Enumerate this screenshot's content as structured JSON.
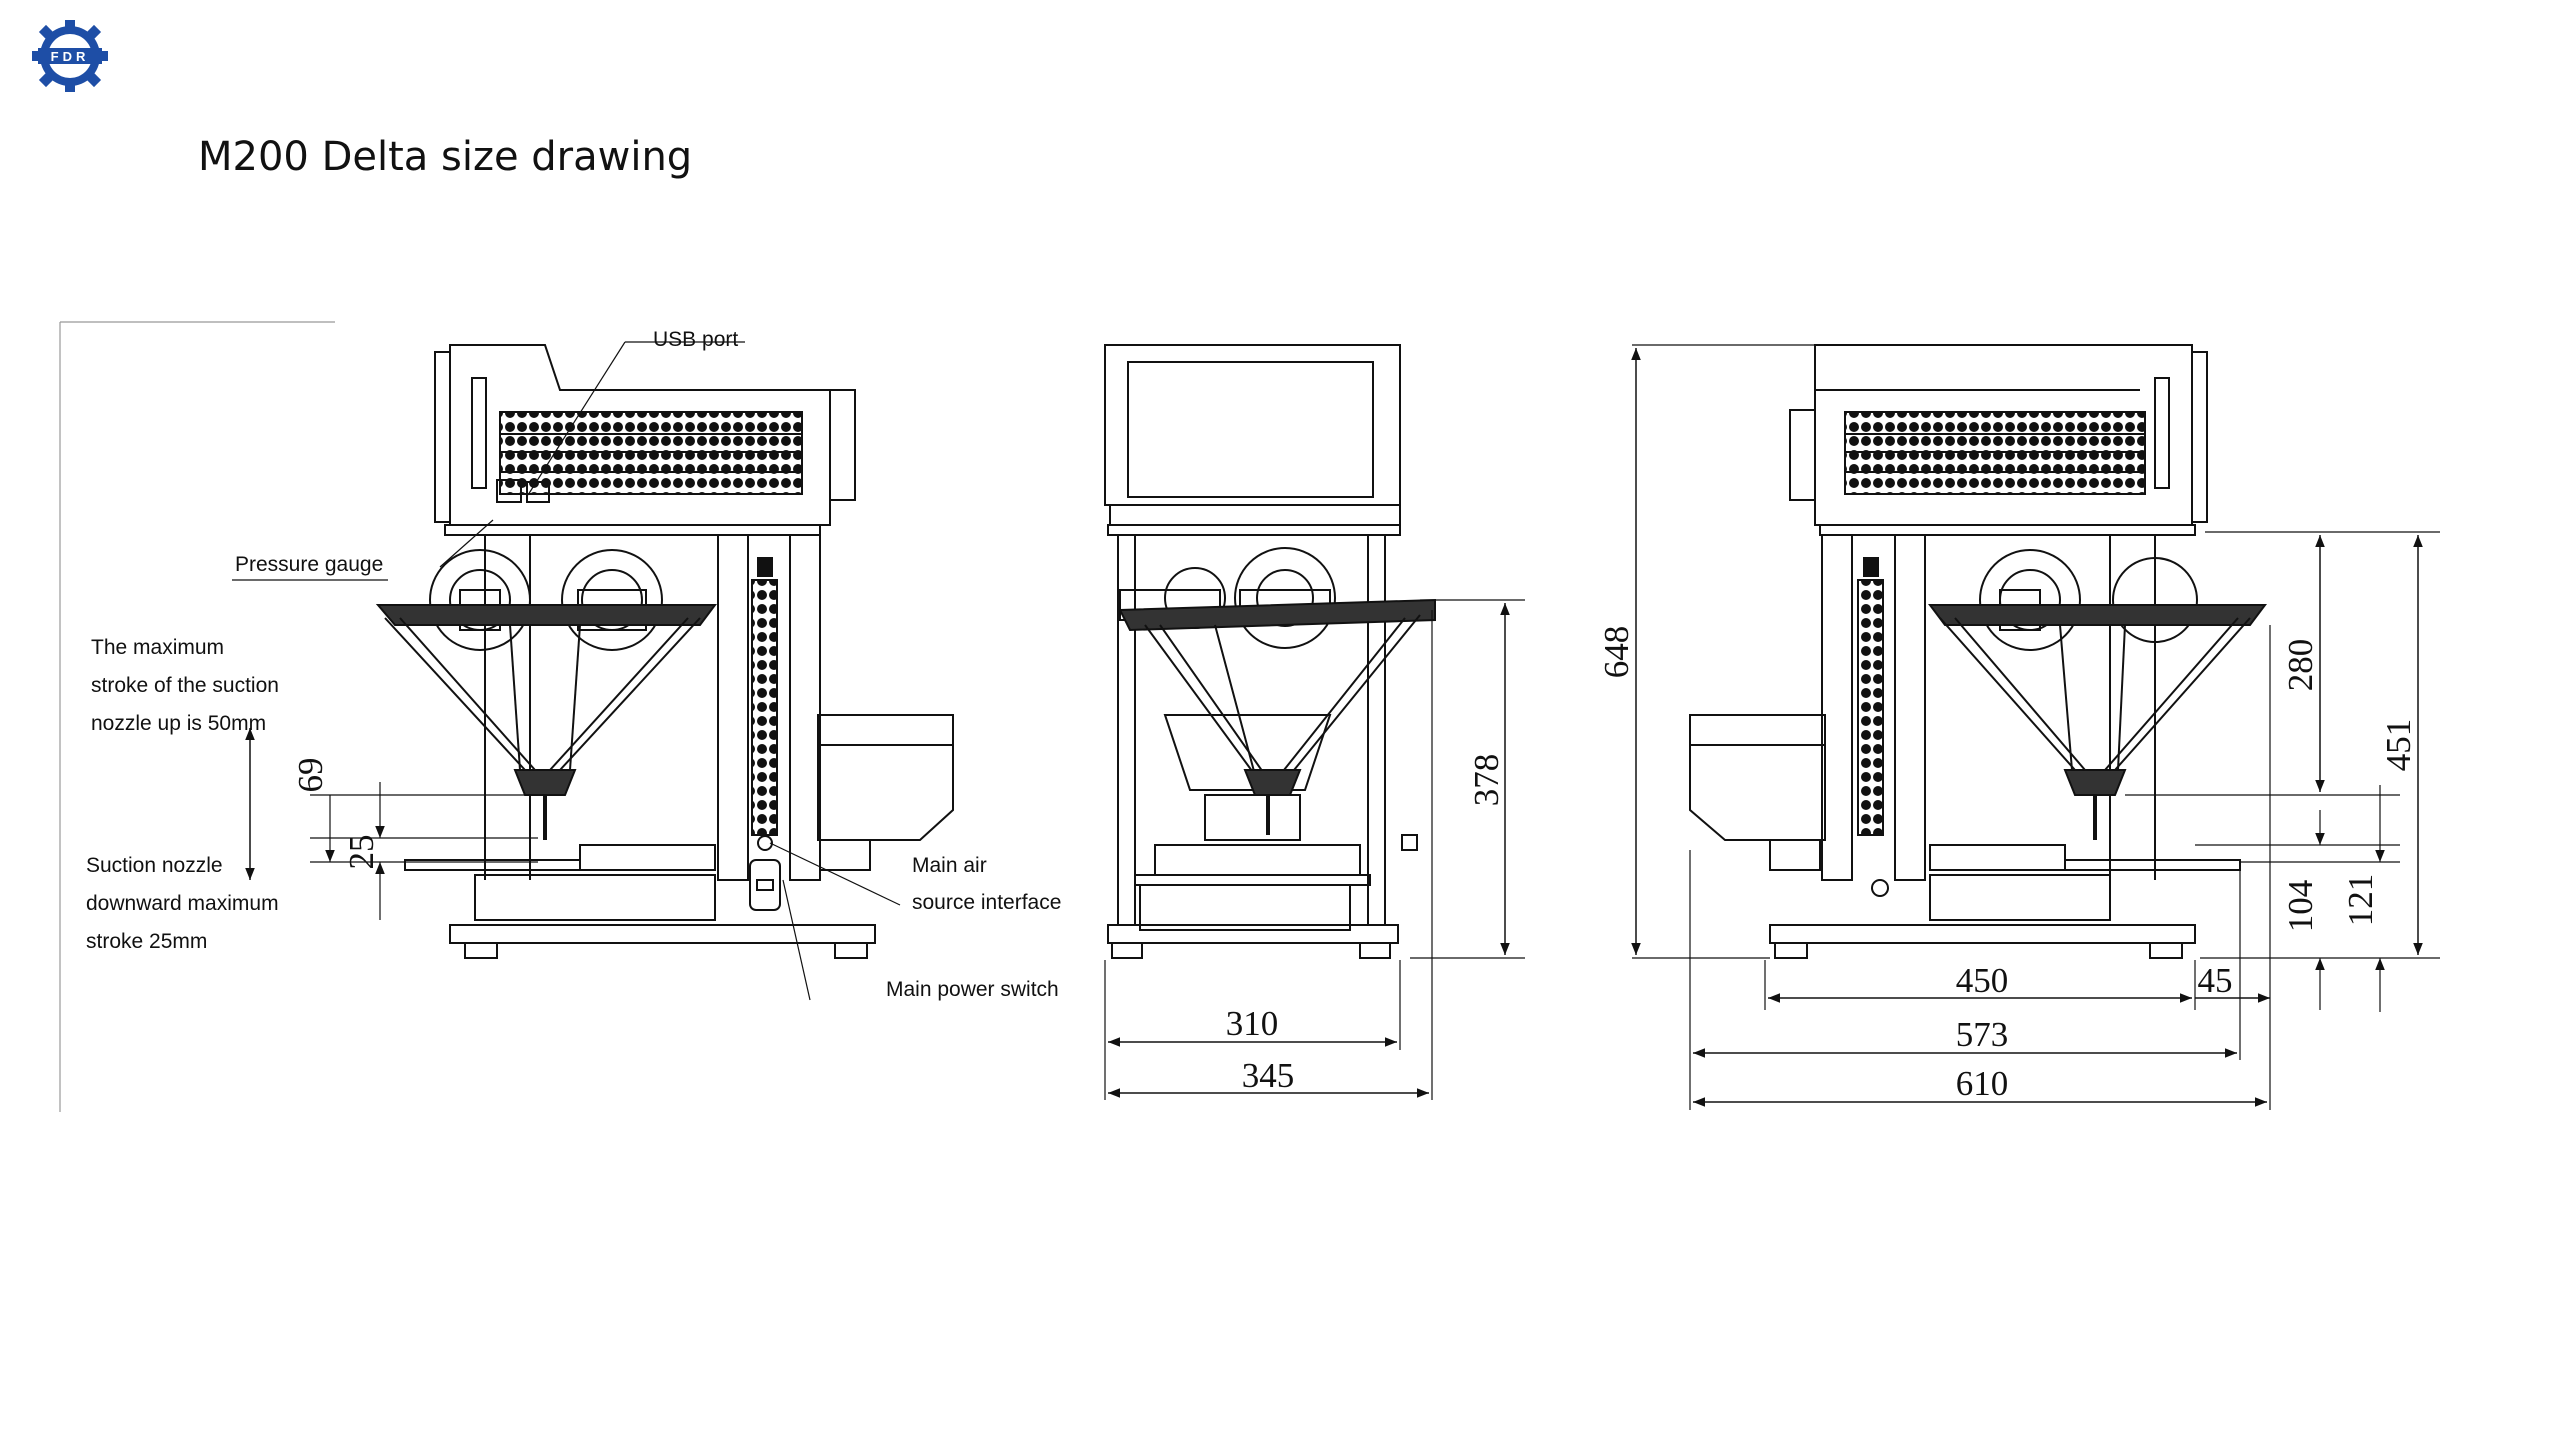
{
  "logo": {
    "text": "FDR",
    "color": "#1e4ea6",
    "icon": "gear-icon"
  },
  "title": "M200 Delta size drawing",
  "labels": {
    "usb_port": "USB port",
    "pressure_gauge": "Pressure gauge",
    "max_stroke_up_1": "The maximum",
    "max_stroke_up_2": "stroke of the suction",
    "max_stroke_up_3": "nozzle up is 50mm",
    "nozzle_down_1": "Suction nozzle",
    "nozzle_down_2": "downward maximum",
    "nozzle_down_3": "stroke 25mm",
    "main_air_1": "Main air",
    "main_air_2": "source interface",
    "main_power_switch": "Main power switch"
  },
  "dimensions": {
    "left_69": "69",
    "left_25": "25",
    "mid_310": "310",
    "mid_345": "345",
    "mid_378": "378",
    "right_648": "648",
    "right_280": "280",
    "right_451": "451",
    "right_104": "104",
    "right_121": "121",
    "right_450": "450",
    "right_45": "45",
    "right_573": "573",
    "right_610": "610"
  }
}
